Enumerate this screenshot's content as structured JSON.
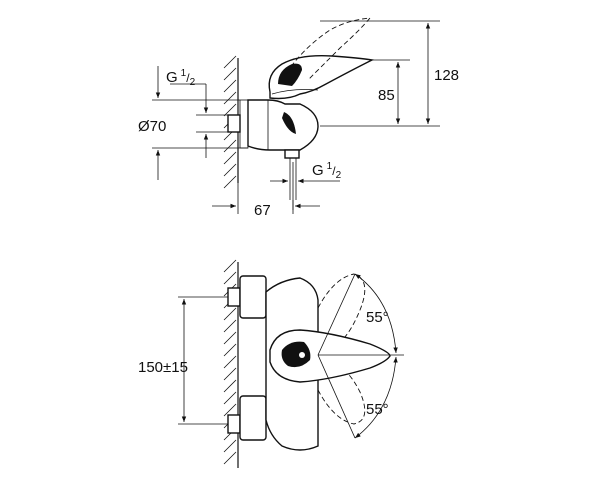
{
  "side_view": {
    "inlet_thread": {
      "base": "G",
      "sup": "1",
      "sub": "2"
    },
    "outlet_thread": {
      "base": "G",
      "sup": "1",
      "sub": "2"
    },
    "diameter": "Ø70",
    "height_total": "128",
    "height_outlet": "85",
    "projection": "67"
  },
  "front_view": {
    "centers": "150±15",
    "angle_top": "55°",
    "angle_bottom": "55°"
  }
}
